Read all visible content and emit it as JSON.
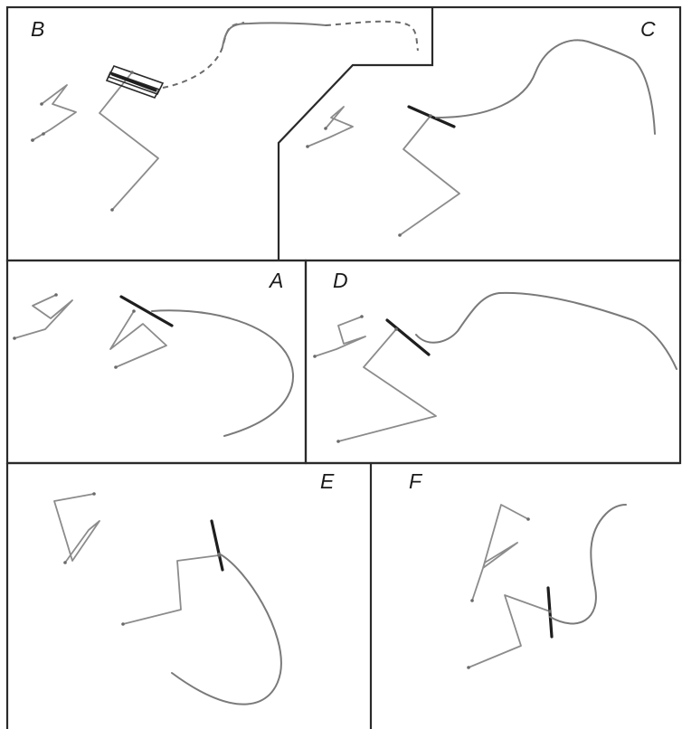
{
  "figure": {
    "panels": [
      {
        "id": "A",
        "label": "A"
      },
      {
        "id": "B",
        "label": "B"
      },
      {
        "id": "C",
        "label": "C"
      },
      {
        "id": "D",
        "label": "D"
      },
      {
        "id": "E",
        "label": "E"
      },
      {
        "id": "F",
        "label": "F"
      }
    ]
  },
  "colors": {
    "border": "#2a2a2a",
    "limb": "#8c8c8c",
    "curve": "#7a7a7a",
    "bar": "#1e1e1e"
  }
}
